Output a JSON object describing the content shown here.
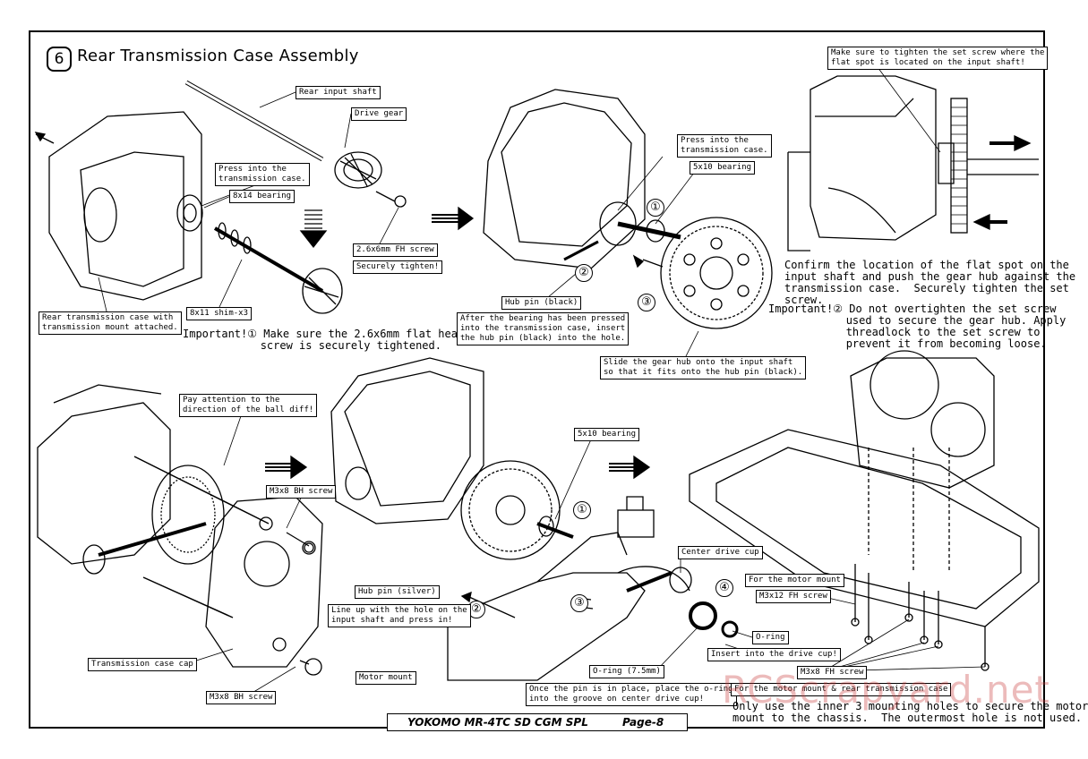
{
  "header": {
    "step_number": "6",
    "title": "Rear Transmission Case Assembly"
  },
  "labels": {
    "rear_input_shaft": "Rear input shaft",
    "drive_gear": "Drive gear",
    "press_into_case": "Press into the\ntransmission case.",
    "bearing_8x14": "8x14 bearing",
    "fh_screw_26x6": "2.6x6mm FH screw",
    "securely_tighten": "Securely tighten!",
    "shim_8x11": "8x11 shim-x3",
    "rear_case_mount": "Rear transmission case with\ntransmission mount attached.",
    "press_into_case_2": "Press into the\ntransmission case.",
    "bearing_5x10_top": "5x10 bearing",
    "hub_pin_black": "Hub pin (black)",
    "after_bearing": "After the bearing has been pressed\ninto the transmission case, insert\nthe hub pin (black) into the hole.",
    "slide_gear_hub": "Slide the gear hub onto the input shaft\nso that it fits onto the hub pin (black).",
    "set_screw_flat": "Make sure to tighten the set screw where the\nflat spot is located on the input shaft!",
    "ball_diff": "Pay attention to the\ndirection of the ball diff!",
    "m3x8_bh_top": "M3x8 BH screw",
    "case_cap": "Transmission case cap",
    "m3x8_bh_bottom": "M3x8 BH screw",
    "bearing_5x10_mid": "5x10 bearing",
    "center_drive_cup": "Center drive cup",
    "hub_pin_silver": "Hub pin (silver)",
    "line_up": "Line up with the hole on the\ninput shaft and press in!",
    "motor_mount": "Motor mount",
    "oring_75": "O-ring (7.5mm)",
    "once_pin": "Once the pin is in place, place the o-ring\ninto the groove on center drive cup!",
    "oring": "O-ring",
    "insert_drive_cup": "Insert into the drive cup!",
    "for_motor_mount": "For the motor mount",
    "m3x12_fh": "M3x12 FH screw",
    "m3x8_fh": "M3x8 FH screw",
    "for_motor_rear": "For the motor mount & rear transmission case"
  },
  "notes": {
    "important_1": "Important!① Make sure the 2.6x6mm flat head\n            screw is securely tightened.",
    "confirm": "Confirm the location of the flat spot on the\ninput shaft and push the gear hub against the\ntransmission case.  Securely tighten the set\nscrew.",
    "important_2": "Important!② Do not overtighten the set screw\n            used to secure the gear hub. Apply\n            threadlock to the set screw to\n            prevent it from becoming loose.",
    "inner_holes": "Only use the inner 3 mounting holes to secure the motor\nmount to the chassis.  The outermost hole is not used."
  },
  "markers": [
    "①",
    "②",
    "③",
    "④"
  ],
  "footer": {
    "model": "YOKOMO MR-4TC SD CGM SPL",
    "page": "Page-8"
  },
  "watermark": "RCScrapyard.net"
}
